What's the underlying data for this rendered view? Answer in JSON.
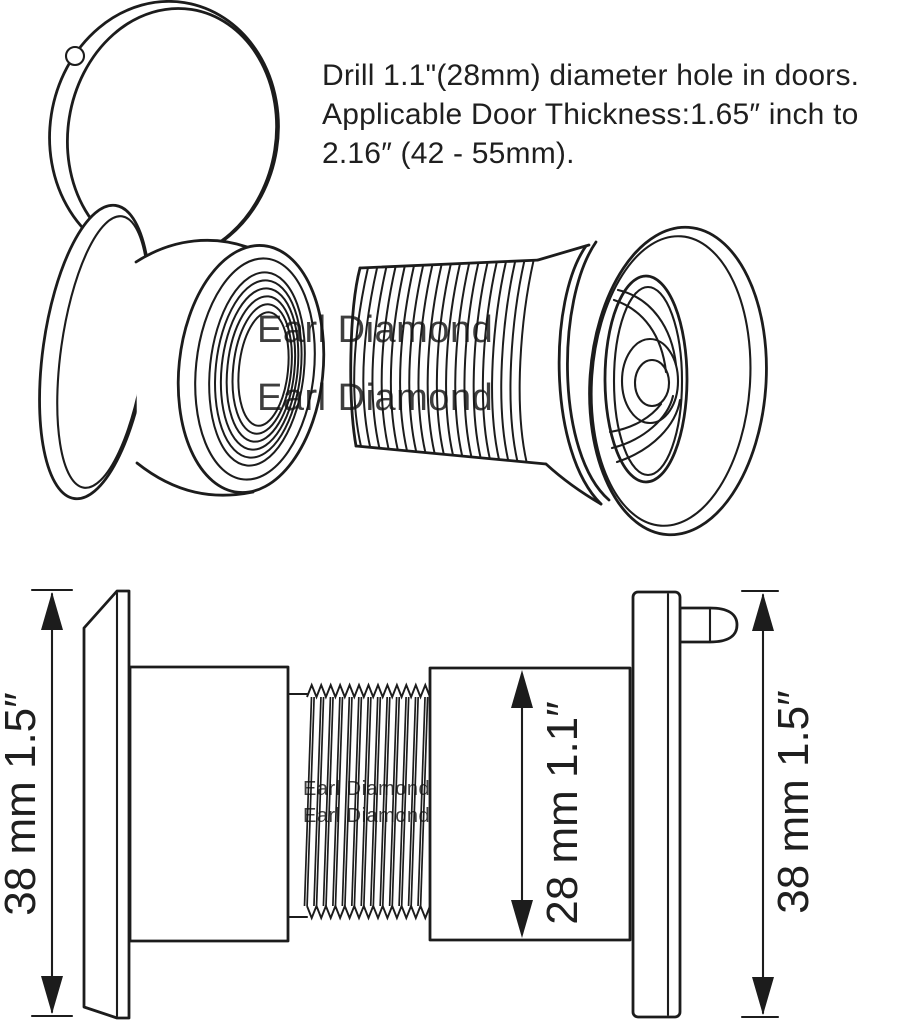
{
  "note": {
    "line1": "Drill 1.1\"(28mm) diameter hole in doors.",
    "line2": "Applicable Door Thickness:1.65″ inch to",
    "line3": "2.16″ (42 - 55mm)."
  },
  "watermark": {
    "text": "Earl Diamond"
  },
  "dimensions": {
    "left_overall": "38 mm 1.5″",
    "hole_diameter": "28 mm 1.1″",
    "right_overall": "38 mm 1.5″"
  },
  "colors": {
    "line": "#1c1c1c",
    "background": "#ffffff",
    "text": "#1f1f1f",
    "watermark": "#141414"
  }
}
